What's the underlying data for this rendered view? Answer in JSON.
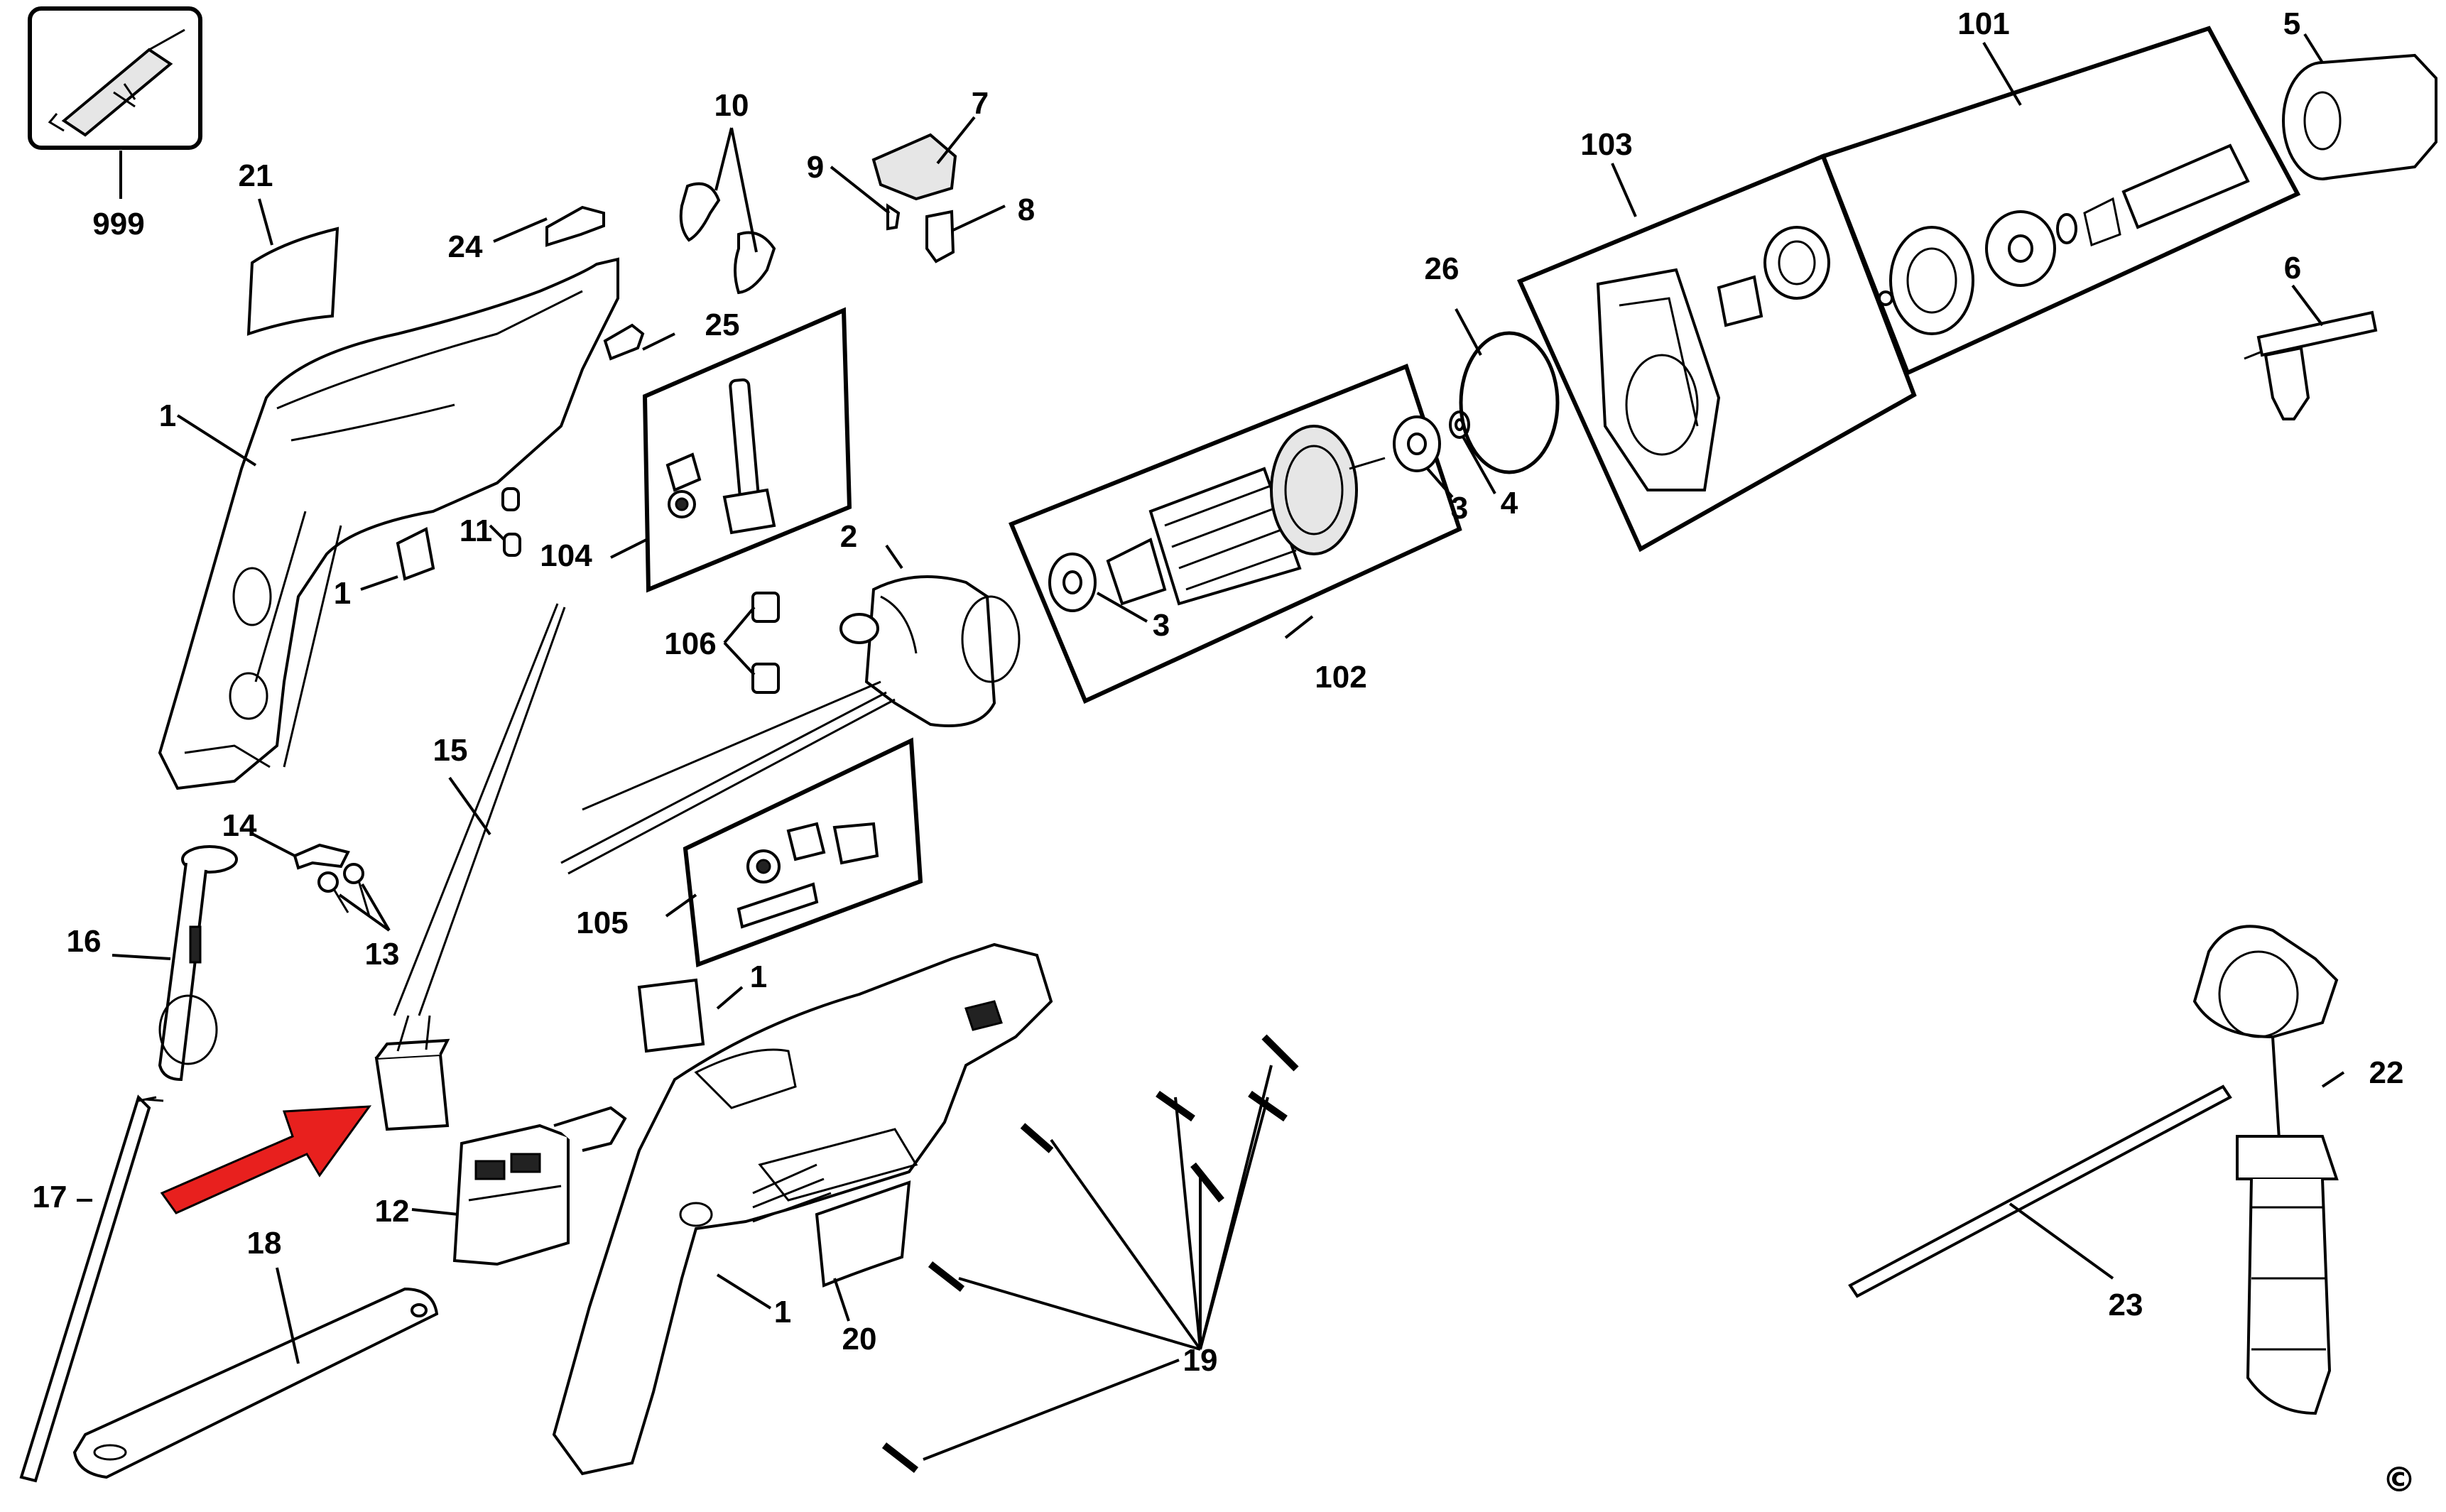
{
  "diagram": {
    "callouts": {
      "c999": "999",
      "c21": "21",
      "c24": "24",
      "c25": "25",
      "c10": "10",
      "c7": "7",
      "c9": "9",
      "c8": "8",
      "c1a": "1",
      "c1b": "1",
      "c1c": "1",
      "c1d": "1",
      "c11": "11",
      "c104": "104",
      "c106": "106",
      "c2": "2",
      "c3a": "3",
      "c3b": "3",
      "c4": "4",
      "c102": "102",
      "c26": "26",
      "c103": "103",
      "c101": "101",
      "c5": "5",
      "c6": "6",
      "c15": "15",
      "c14": "14",
      "c13": "13",
      "c16": "16",
      "c105": "105",
      "c17": "17",
      "c18": "18",
      "c12": "12",
      "c20": "20",
      "c19": "19",
      "c22": "22",
      "c23": "23"
    },
    "copyright": "©",
    "accent_arrow_color": "#e8201e"
  }
}
